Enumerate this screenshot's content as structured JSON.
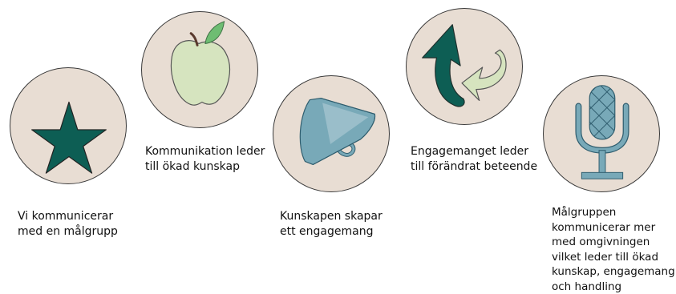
{
  "colors": {
    "circle_fill": "#e8ddd3",
    "circle_stroke": "#3a3a3a",
    "dark_green": "#0d5e54",
    "light_green": "#d6e4bf",
    "steel_blue": "#78a9b8",
    "leaf_green": "#6ebd72"
  },
  "steps": [
    {
      "icon": "star-icon",
      "caption": "Vi kommunicerar\nmed en målgrupp"
    },
    {
      "icon": "apple-icon",
      "caption": "Kommunikation leder\ntill ökad kunskap"
    },
    {
      "icon": "megaphone-icon",
      "caption": "Kunskapen skapar\nett engagemang"
    },
    {
      "icon": "recycle-arrows-icon",
      "caption": "Engagemanget leder\ntill förändrat beteende"
    },
    {
      "icon": "microphone-icon",
      "caption": "Målgruppen\nkommunicerar mer\nmed omgivningen\nvilket leder till ökad\nkunskap, engagemang\noch handling"
    }
  ]
}
